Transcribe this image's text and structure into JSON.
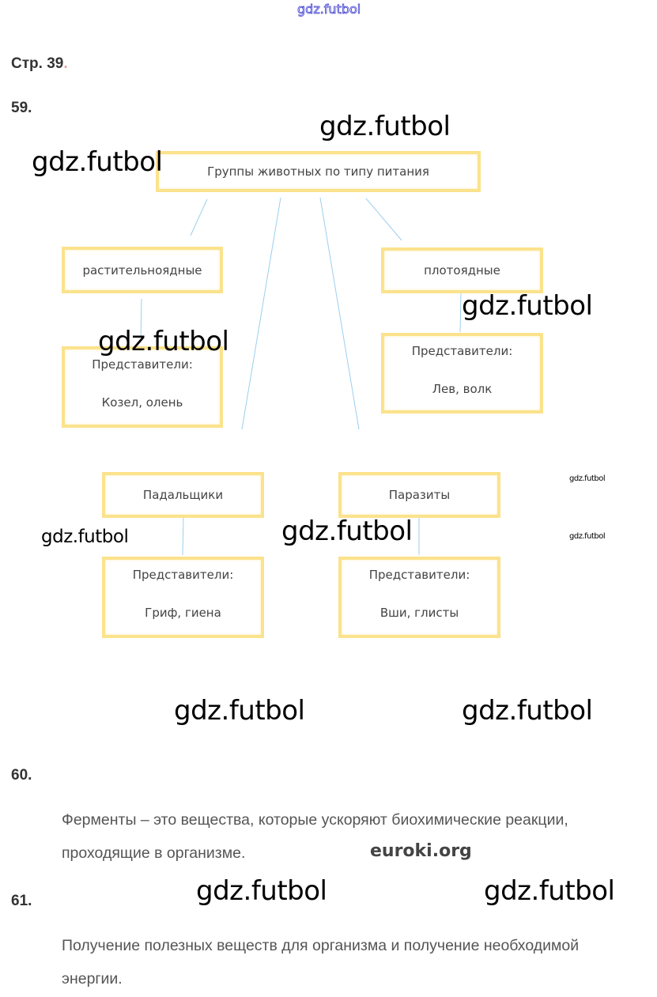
{
  "watermark": "gdz.futbol",
  "page_label": "Стр. 39",
  "page_label_dot": ".",
  "task59": {
    "number": "59.",
    "root": "Группы животных по типу питания",
    "groups": [
      {
        "name": "растительноядные",
        "rep_label": "Представители:",
        "reps": "Козел, олень"
      },
      {
        "name": "плотоядные",
        "rep_label": "Представители:",
        "reps": "Лев, волк"
      },
      {
        "name": "Падальщики",
        "rep_label": "Представители:",
        "reps": "Гриф, гиена"
      },
      {
        "name": "Паразиты",
        "rep_label": "Представители:",
        "reps": "Вши, глисты"
      }
    ]
  },
  "task60": {
    "number": "60.",
    "line1": "Ферменты – это вещества, которые ускоряют биохимические реакции,",
    "line2": "проходящие в организме.",
    "source": "euroki.org"
  },
  "task61": {
    "number": "61.",
    "line1": "Получение полезных веществ для организма и получение необходимой",
    "line2": "энергии."
  }
}
